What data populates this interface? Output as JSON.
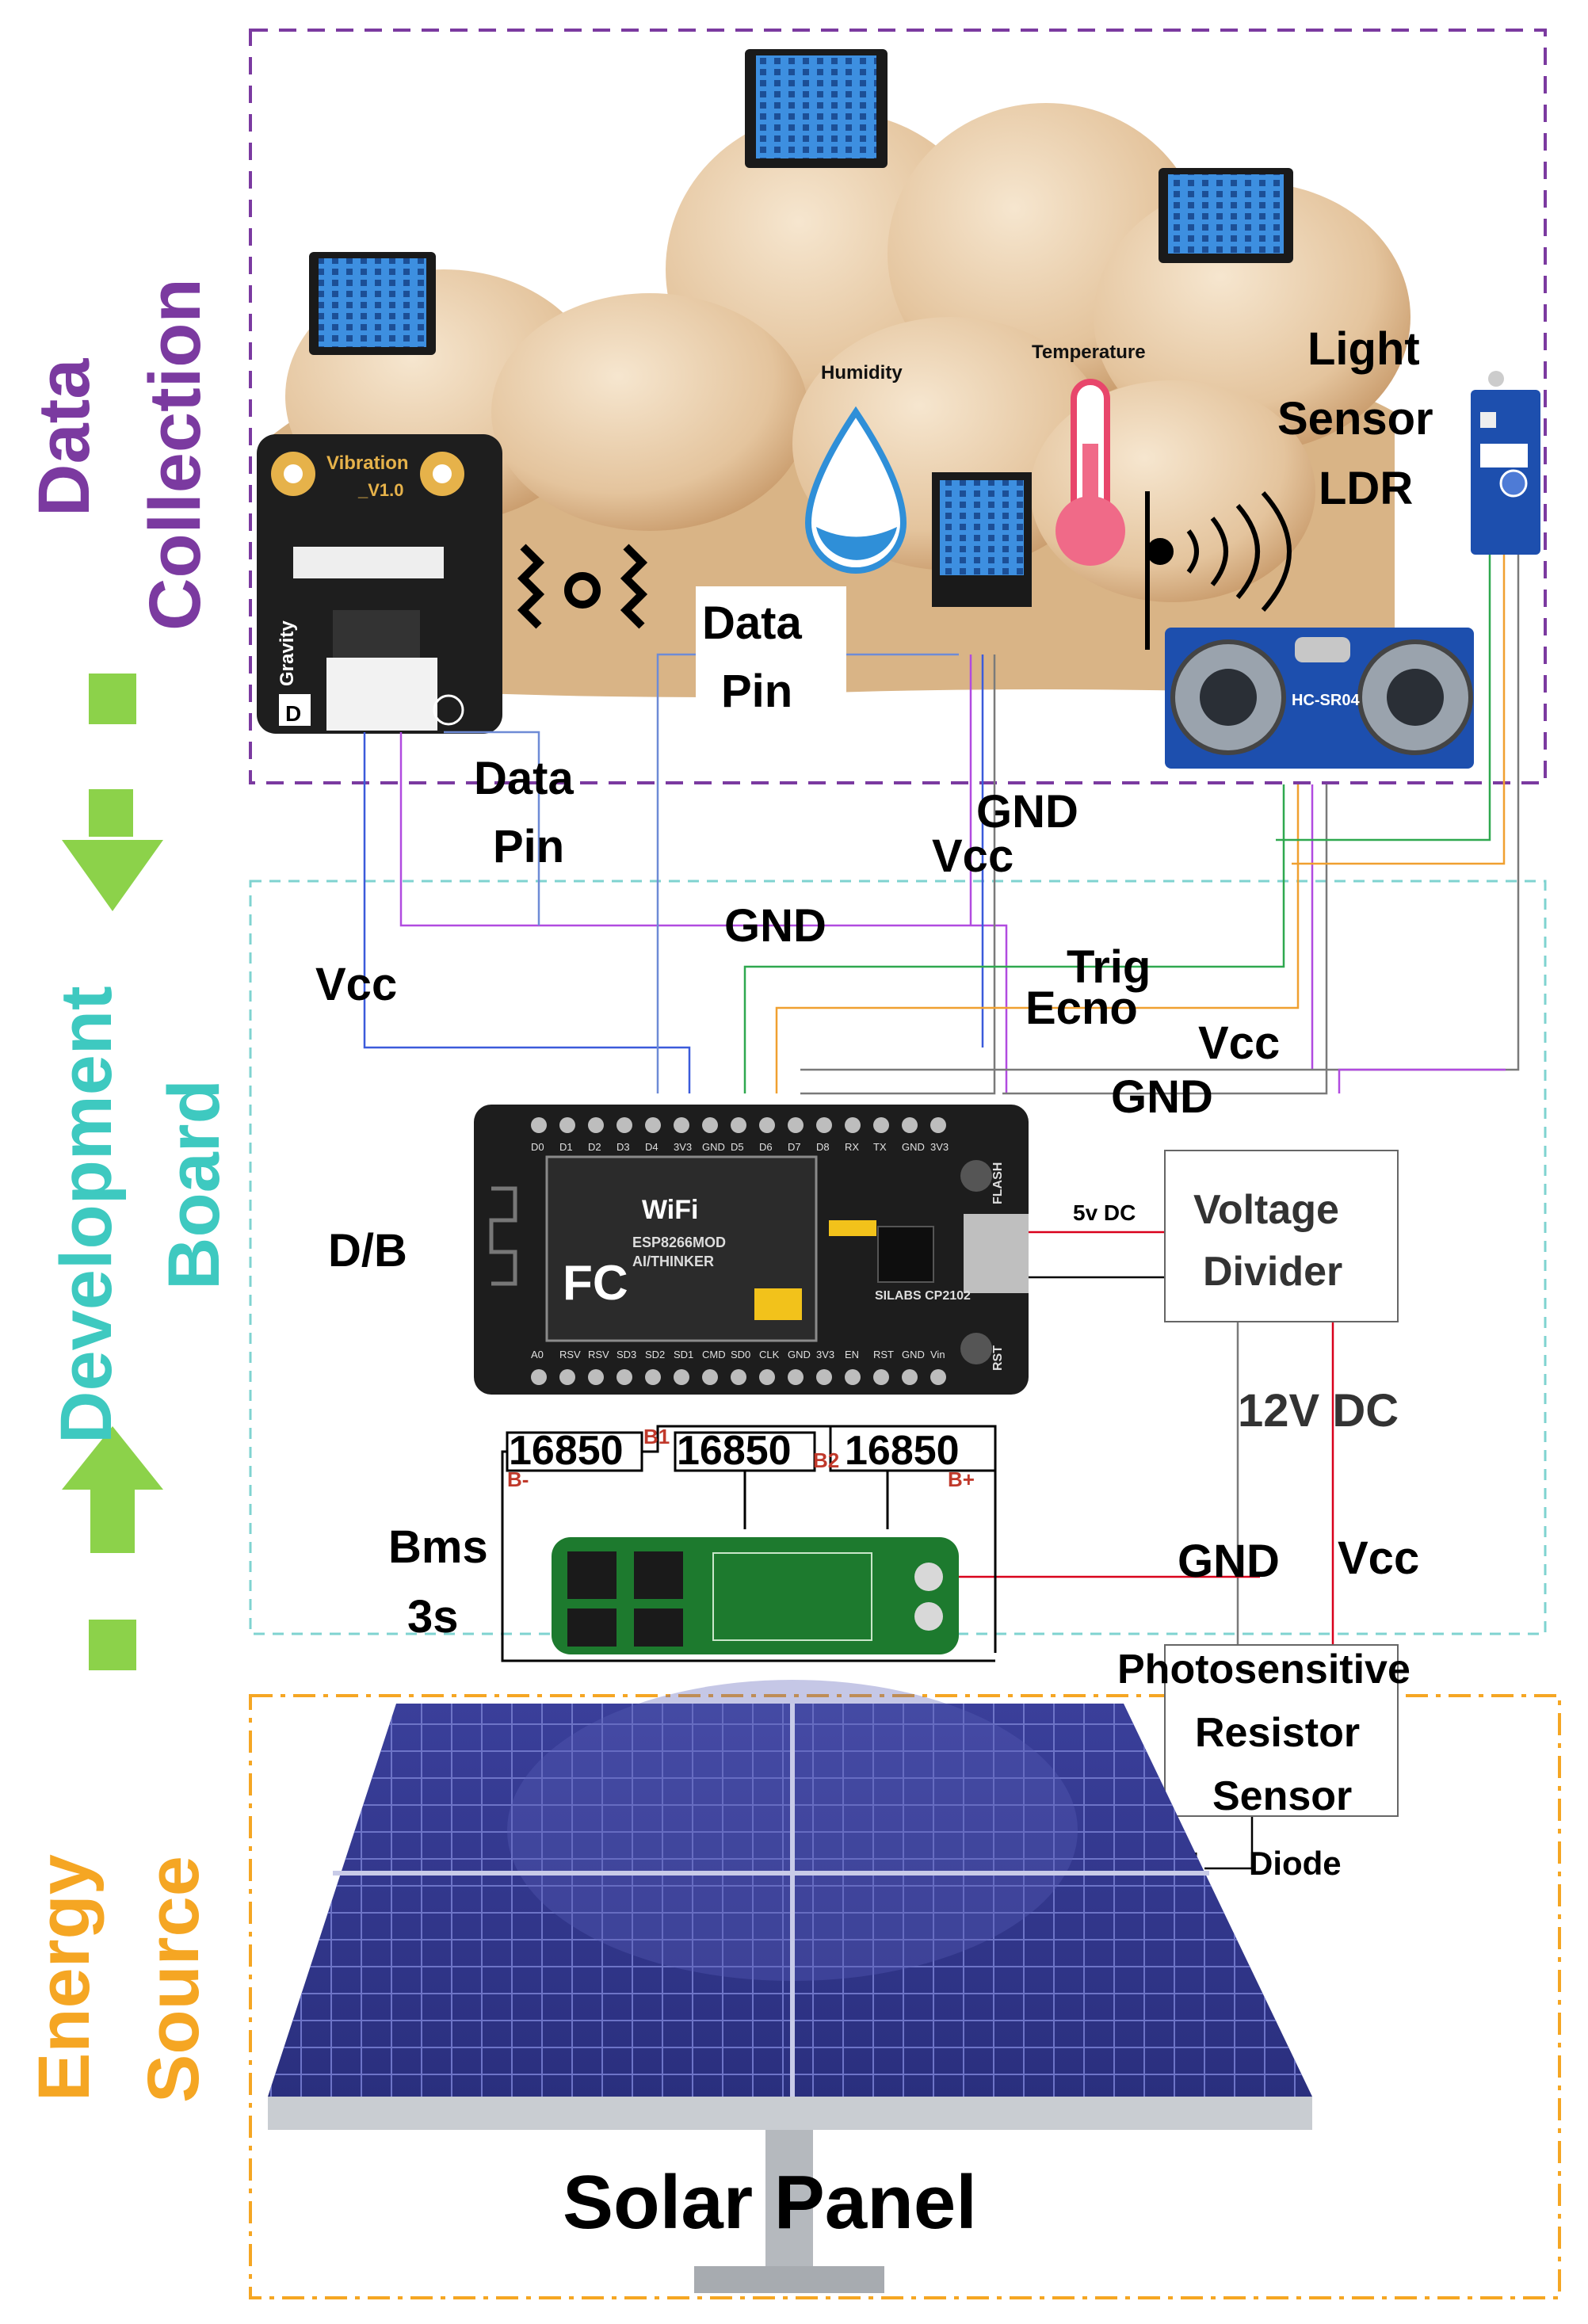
{
  "sections": {
    "data_collection": {
      "line1": "Data",
      "line2": "Collection",
      "color": "#7b3aa0"
    },
    "development_board": {
      "line1": "Development",
      "line2": "Board",
      "color": "#3ec9c0"
    },
    "energy_source": {
      "line1": "Energy",
      "line2": "Source",
      "color": "#f5a623"
    }
  },
  "colors": {
    "collection_border": "#7b3aa0",
    "board_border": "#7fd3d0",
    "energy_border": "#f5a623",
    "arrow_green": "#8cd24a",
    "wire_red": "#d9001b",
    "wire_blue": "#3b5bdb",
    "wire_purple": "#b14be0",
    "wire_green": "#2fa84f",
    "wire_orange": "#f0a030"
  },
  "sensors": {
    "vibration_board": "Vibration",
    "vibration_version": "_V1.0",
    "vibration_brand": "Gravity",
    "vibration_d": "D",
    "humidity": "Humidity",
    "temperature": "Temperature",
    "light_sensor_line1": "Light",
    "light_sensor_line2": "Sensor",
    "light_sensor_line3": "LDR",
    "ultrasonic_model": "HC-SR04"
  },
  "labels": {
    "data_pin_a_1": "Data",
    "data_pin_a_2": "Pin",
    "data_pin_b_1": "Data",
    "data_pin_b_2": "Pin",
    "gnd_top": "GND",
    "vcc_top": "Vcc",
    "gnd_mid": "GND",
    "vcc_left": "Vcc",
    "trig": "Trig",
    "echo": "Ecno",
    "vcc_right": "Vcc",
    "gnd_right": "GND",
    "db": "D/B",
    "five_v": "5v DC",
    "voltage_divider_1": "Voltage",
    "voltage_divider_2": "Divider",
    "twelve_v": "12V DC",
    "cell1": "16850",
    "cell2": "16850",
    "cell3": "16850",
    "b1": "B1",
    "b2": "B2",
    "b_minus": "B-",
    "b_plus": "B+",
    "bms_1": "Bms",
    "bms_2": "3s",
    "gnd_bottom": "GND",
    "vcc_bottom": "Vcc",
    "photo_1": "Photosensitive",
    "photo_2": "Resistor",
    "photo_3": "Sensor",
    "diode": "Diode",
    "solar_panel": "Solar Panel"
  },
  "board": {
    "wifi": "WiFi",
    "model": "ESP8266MOD",
    "brand": "AI/THINKER",
    "fc": "FC",
    "usb_chip": "SILABS CP2102",
    "flash": "FLASH",
    "rst": "RST",
    "top_pins": [
      "D0",
      "D1",
      "D2",
      "D3",
      "D4",
      "3V3",
      "GND",
      "D5",
      "D6",
      "D7",
      "D8",
      "RX",
      "TX",
      "GND",
      "3V3"
    ],
    "bottom_pins": [
      "A0",
      "RSV",
      "RSV",
      "SD3",
      "SD2",
      "SD1",
      "CMD",
      "SD0",
      "CLK",
      "GND",
      "3V3",
      "EN",
      "RST",
      "GND",
      "Vin"
    ]
  }
}
